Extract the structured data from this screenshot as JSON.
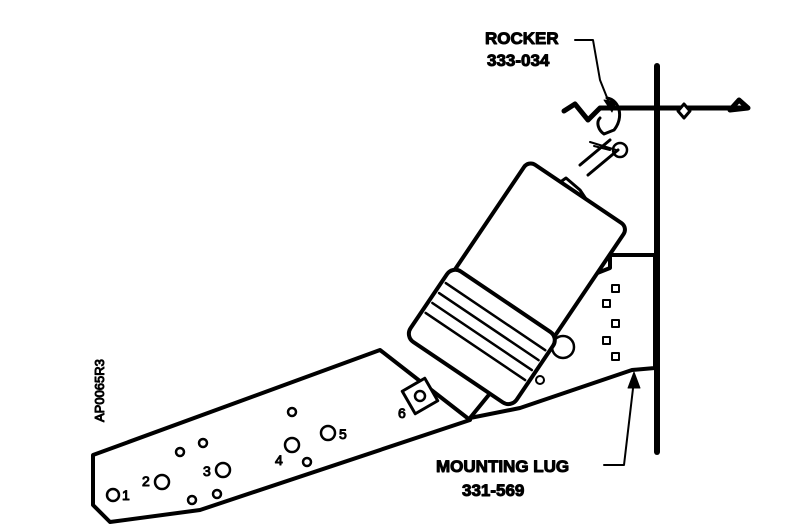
{
  "labels": {
    "rocker_name": "ROCKER",
    "rocker_part": "333-034",
    "lug_name": "MOUNTING LUG",
    "lug_part": "331-569",
    "figure_code": "AP0065R3"
  },
  "holes": [
    "1",
    "2",
    "3",
    "4",
    "5",
    "6"
  ]
}
